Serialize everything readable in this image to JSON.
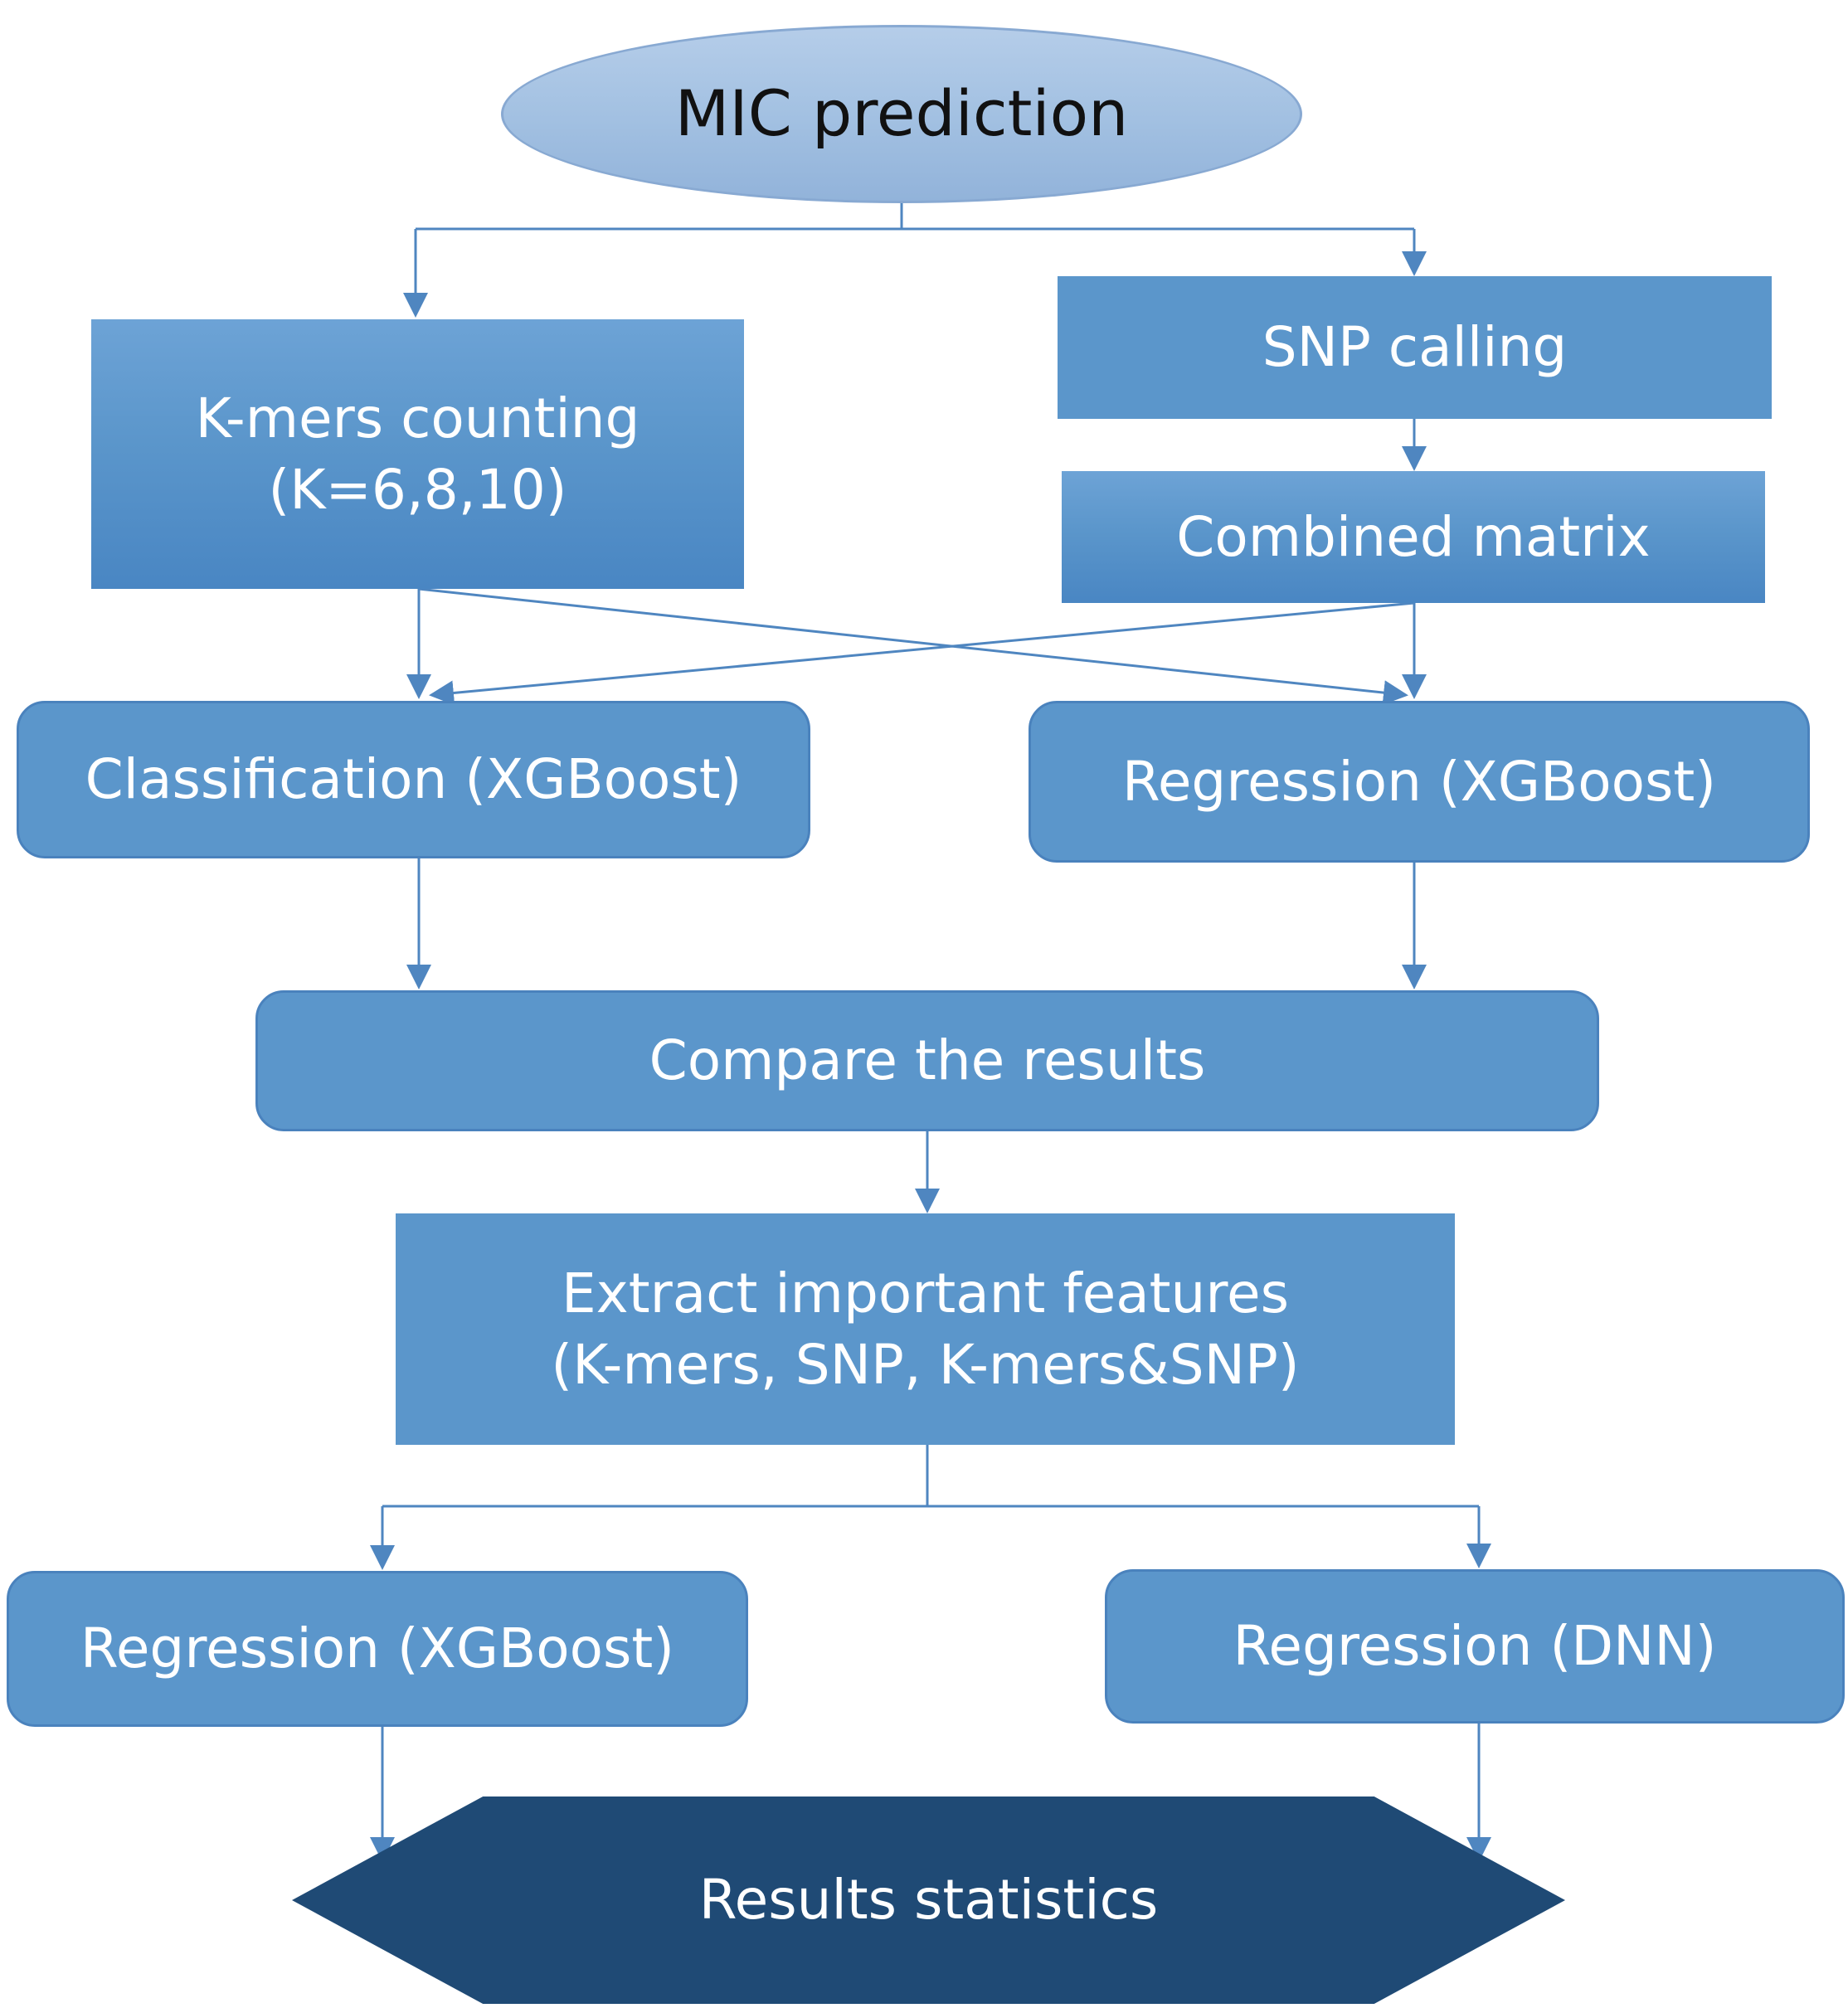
{
  "nodes": {
    "mic": "MIC prediction",
    "kmers": [
      "K-mers counting",
      "(K=6,8,10)"
    ],
    "snp": "SNP calling",
    "combined": "Combined matrix",
    "classification": "Classification (XGBoost)",
    "regression_top": "Regression (XGBoost)",
    "compare": "Compare the results",
    "extract": [
      "Extract important features",
      "(K-mers, SNP, K-mers&SNP)"
    ],
    "regression_left": "Regression (XGBoost)",
    "regression_dnn": "Regression (DNN)",
    "results": "Results statistics"
  },
  "colors": {
    "box": "#5b96cb",
    "line": "#4f86c0",
    "ellipse": "#a3c1e2",
    "hexagon": "#1f4a75"
  }
}
